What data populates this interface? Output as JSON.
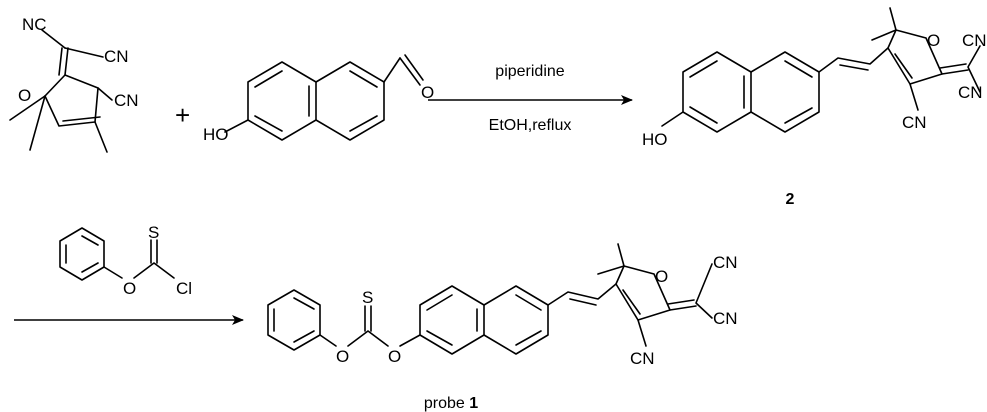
{
  "scheme": {
    "reagent_furan": {
      "nc": "NC",
      "cn_top": "CN",
      "cn_ring": "CN",
      "o": "O"
    },
    "plus": "+",
    "reagent_aldehyde": {
      "ho": "HO",
      "o": "O"
    },
    "arrow1": {
      "above": "piperidine",
      "below": "EtOH,reflux"
    },
    "compound_2": {
      "o": "O",
      "cn_right_top": "CN",
      "cn_right_bottom": "CN",
      "cn_ring": "CN",
      "ho": "HO",
      "label": "2"
    },
    "reagent_chloride": {
      "s": "S",
      "o": "O",
      "cl": "Cl"
    },
    "probe_1": {
      "o_furan": "O",
      "cn_right_top": "CN",
      "cn_right_bottom": "CN",
      "cn_ring": "CN",
      "s": "S",
      "o_ester1": "O",
      "o_ester2": "O",
      "label_word": "probe",
      "label_num": "1"
    }
  }
}
